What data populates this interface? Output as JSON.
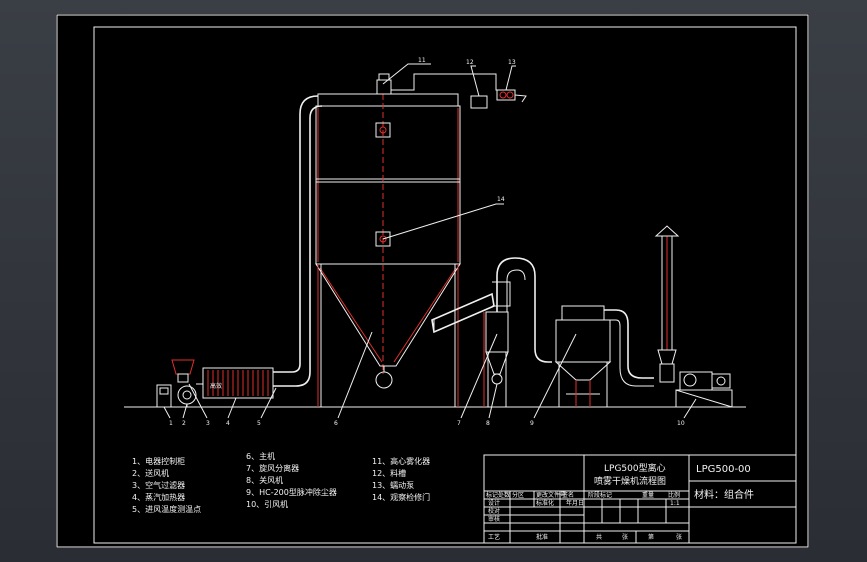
{
  "drawing": {
    "title_line1": "LPG500型离心",
    "title_line2": "喷雾干燥机流程图",
    "drawing_number": "LPG500-00",
    "material_label": "材料：组合件",
    "callouts": [
      "1",
      "2",
      "3",
      "4",
      "5",
      "6",
      "7",
      "8",
      "9",
      "10",
      "11",
      "12",
      "13",
      "14"
    ],
    "annotation_high_efficiency": "高效",
    "legend": [
      "1、电器控制柜",
      "2、送风机",
      "3、空气过滤器",
      "4、蒸汽加热器",
      "5、进风温度测温点",
      "6、主机",
      "7、旋风分离器",
      "8、关风机",
      "9、HC-200型脉冲除尘器",
      "10、引风机",
      "11、高心雾化器",
      "12、料槽",
      "13、蠕动泵",
      "14、观察检修门"
    ],
    "title_block": {
      "row_labels": [
        "标记处数",
        "设计",
        "校对",
        "审核",
        "工艺"
      ],
      "col_labels": [
        "分区",
        "更改文件号",
        "签名",
        "年月日",
        "标准化",
        "批准"
      ],
      "stage_labels": [
        "阶段标记",
        "重量",
        "比例"
      ],
      "scale_value": "1:1",
      "sheet_info": [
        "共",
        "张",
        "第",
        "张"
      ]
    }
  }
}
